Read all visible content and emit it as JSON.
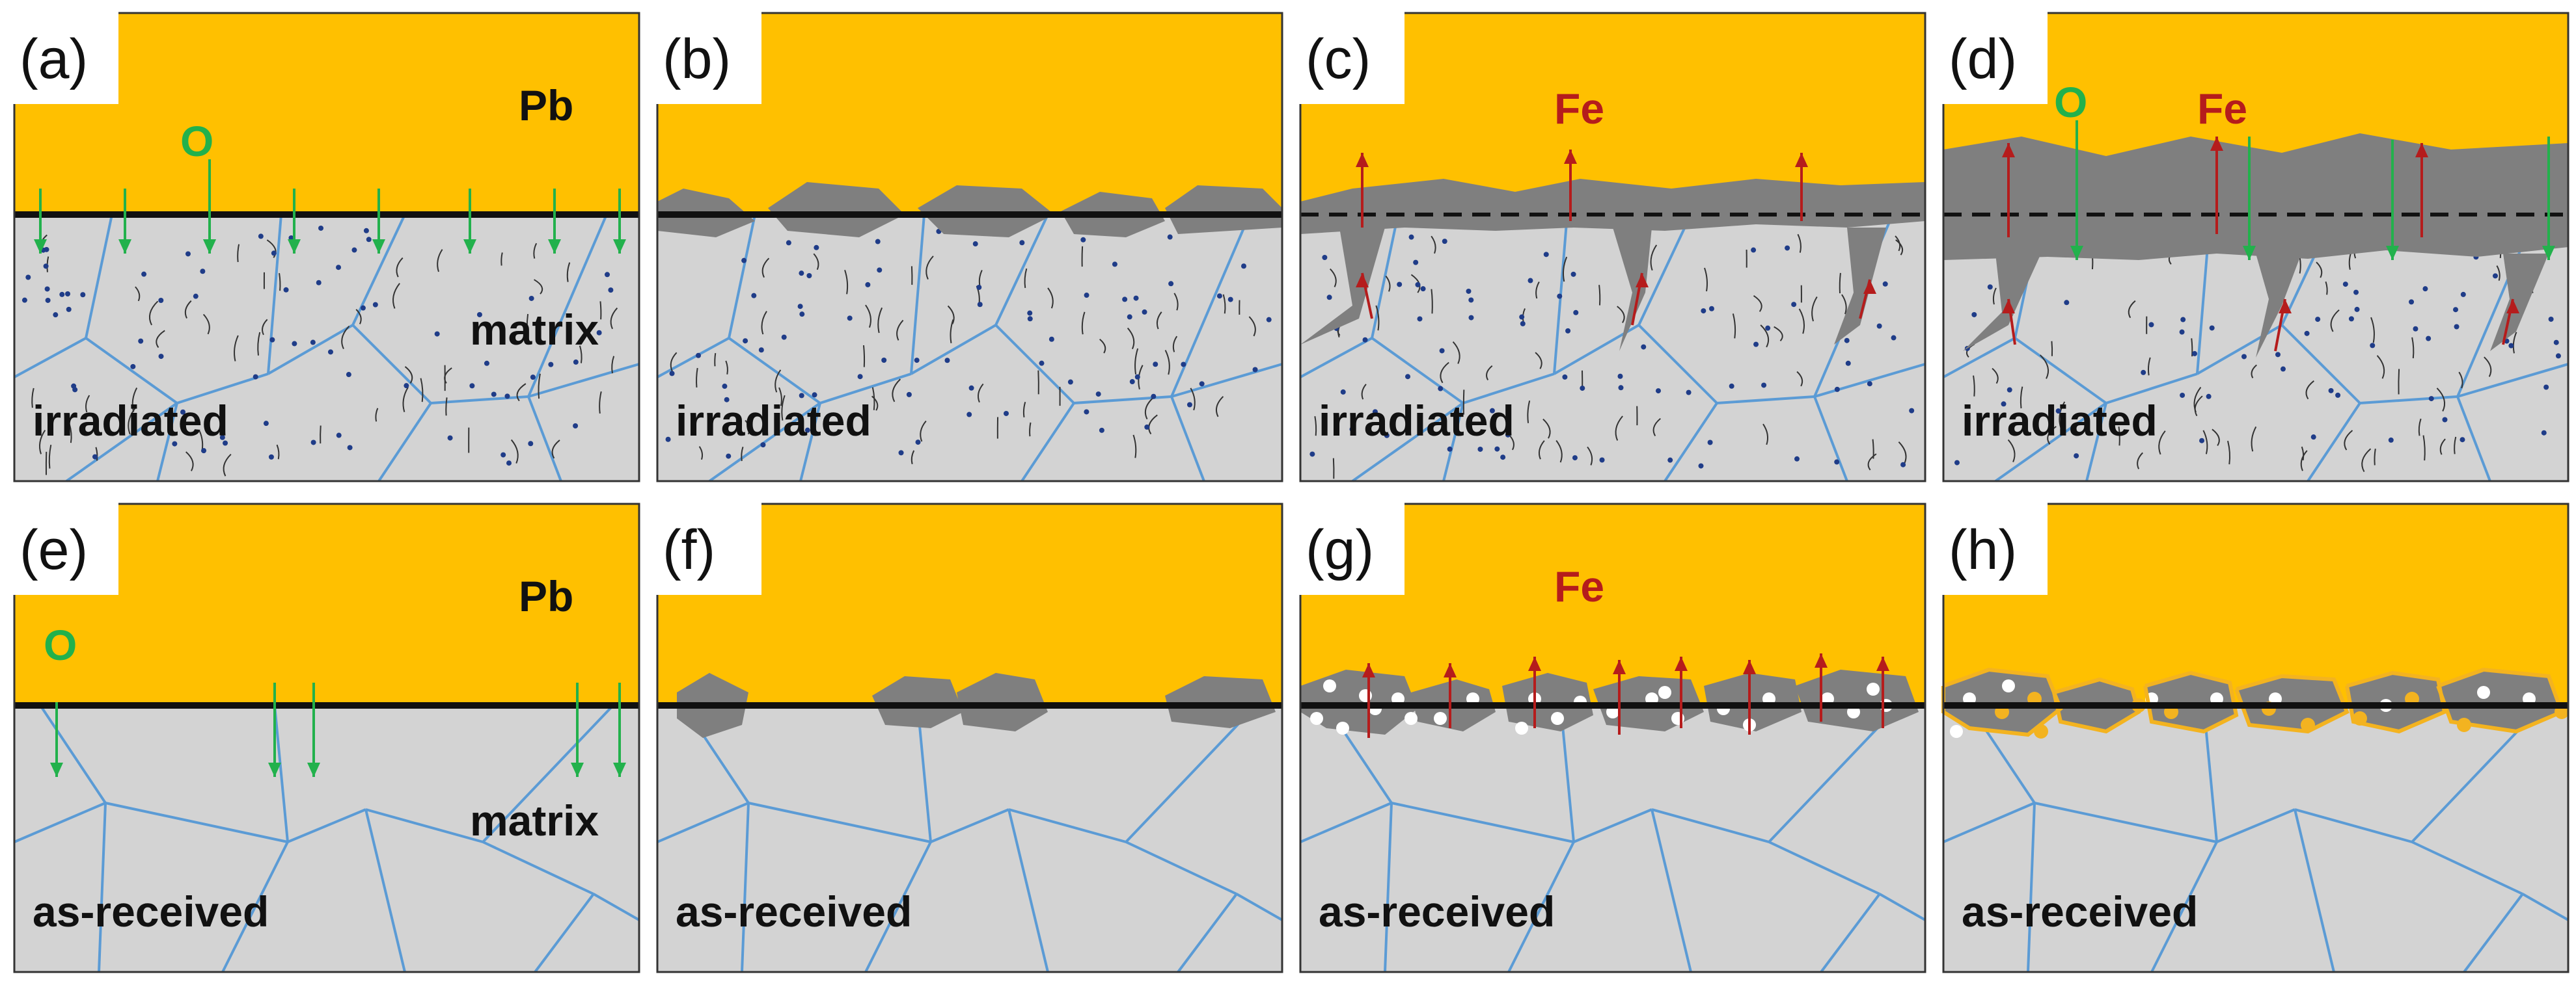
{
  "colors": {
    "lead": "#ffc000",
    "matrix": "#d3d3d3",
    "oxide": "#7f7f7f",
    "grain_boundary": "#5b9bd5",
    "oxygen_arrow": "#22b14c",
    "iron_arrow": "#b51c1c",
    "dislocation": "#333333",
    "defect_dot": "#1f3c88",
    "void": "#ffffff",
    "pb_rim": "#f3b320"
  },
  "panels": [
    {
      "id": "a",
      "letter": "(a)",
      "state": "irradiated",
      "lead_label": "Pb",
      "matrix_label": "matrix",
      "element_label": "O"
    },
    {
      "id": "b",
      "letter": "(b)",
      "state": "irradiated"
    },
    {
      "id": "c",
      "letter": "(c)",
      "state": "irradiated",
      "element_label": "Fe"
    },
    {
      "id": "d",
      "letter": "(d)",
      "state": "irradiated",
      "element_label_o": "O",
      "element_label_fe": "Fe"
    },
    {
      "id": "e",
      "letter": "(e)",
      "state": "as-received",
      "lead_label": "Pb",
      "matrix_label": "matrix",
      "element_label": "O"
    },
    {
      "id": "f",
      "letter": "(f)",
      "state": "as-received"
    },
    {
      "id": "g",
      "letter": "(g)",
      "state": "as-received",
      "element_label": "Fe"
    },
    {
      "id": "h",
      "letter": "(h)",
      "state": "as-received"
    }
  ]
}
